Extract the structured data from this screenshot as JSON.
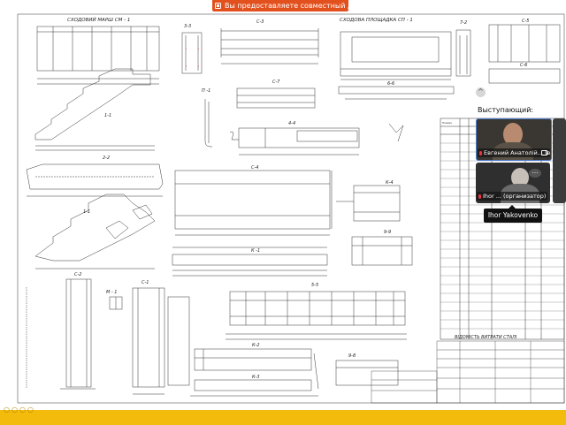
{
  "banner": {
    "text": "Вы предоставляете совместный досту..."
  },
  "drawing": {
    "views": {
      "stair_flight": "СХОДОВИЙ МАРШ СМ - 1",
      "landing": "СХОДОВА ПЛОЩАДКА СП - 1",
      "c3": "С-3",
      "c5": "С-5",
      "c6": "С-6",
      "c7": "С-7",
      "c4": "С-4",
      "c2": "С-2",
      "c1": "С-1",
      "k1": "К -1",
      "k2": "К-2",
      "k3": "К-3",
      "k4": "К-4",
      "p1": "П -1",
      "m1": "М - 1",
      "s33": "3-3",
      "s72": "7-2",
      "s66": "6-6",
      "s44": "4-4",
      "s11": "1-1",
      "s22": "2-2",
      "s11b": "1-1",
      "s99": "9-9",
      "s55": "5-5",
      "s98": "9-8"
    },
    "table_title": "ВІДОМІСТЬ ВИТРАТИ СТАЛІ",
    "table_header": "Позиція"
  },
  "panel": {
    "collapse": "^",
    "speaker_label": "Выступающий:",
    "participants": [
      {
        "name": "Евгений Анатолій... (в)"
      },
      {
        "name": "Ihor ... (организатор)"
      }
    ],
    "more": "...",
    "tooltip": "Ihor Yakovenko"
  }
}
